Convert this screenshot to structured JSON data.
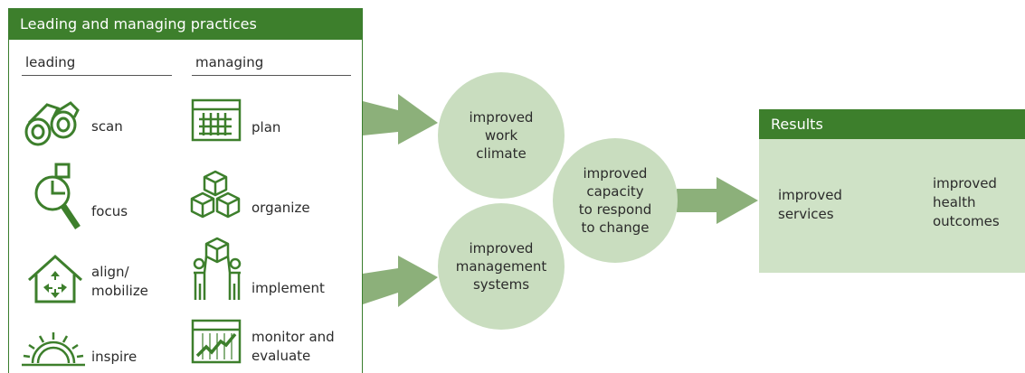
{
  "panel": {
    "title": "Leading and managing practices",
    "leading_heading": "leading",
    "managing_heading": "managing",
    "leading_items": [
      {
        "label": "scan",
        "icon": "binoculars-icon"
      },
      {
        "label": "focus",
        "icon": "magnifier-chart-icon"
      },
      {
        "label": "align/\nmobilize",
        "icon": "house-arrows-icon"
      },
      {
        "label": "inspire",
        "icon": "sunrise-icon"
      }
    ],
    "managing_items": [
      {
        "label": "plan",
        "icon": "calendar-grid-icon"
      },
      {
        "label": "organize",
        "icon": "stacked-cubes-icon"
      },
      {
        "label": "implement",
        "icon": "people-carrying-box-icon"
      },
      {
        "label": "monitor and\nevaluate",
        "icon": "line-graph-icon"
      }
    ]
  },
  "outcomes": {
    "work_climate": "improved\nwork\nclimate",
    "management_systems": "improved\nmanagement\nsystems",
    "capacity": "improved\ncapacity\nto respond\nto change"
  },
  "results": {
    "title": "Results",
    "services": "improved\nservices",
    "health": "improved\nhealth\noutcomes"
  },
  "colors": {
    "header_green": "#3d7f2c",
    "icon_green": "#3d7f2c",
    "arrow_green": "#8cb07a",
    "circle_fill": "#c9ddbf",
    "results_fill": "#cfe2c6"
  }
}
